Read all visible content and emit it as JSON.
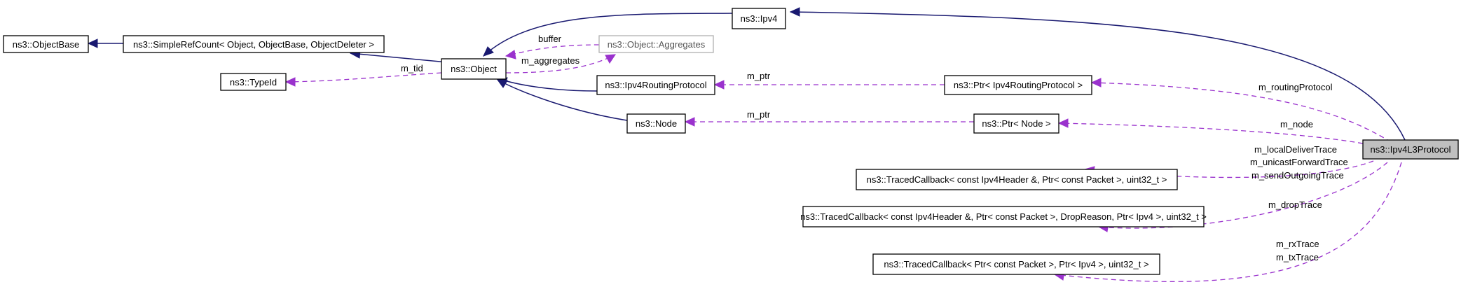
{
  "diagram": {
    "nodes": {
      "object_base": "ns3::ObjectBase",
      "simple_ref_count": "ns3::SimpleRefCount< Object, ObjectBase, ObjectDeleter >",
      "type_id": "ns3::TypeId",
      "object": "ns3::Object",
      "aggregates": "ns3::Object::Aggregates",
      "ipv4": "ns3::Ipv4",
      "ipv4_routing_protocol": "ns3::Ipv4RoutingProtocol",
      "node": "ns3::Node",
      "ptr_routing": "ns3::Ptr< Ipv4RoutingProtocol >",
      "ptr_node": "ns3::Ptr< Node >",
      "ipv4l3": "ns3::Ipv4L3Protocol",
      "traced_cb_1": "ns3::TracedCallback< const Ipv4Header &, Ptr< const Packet >, uint32_t >",
      "traced_cb_2": "ns3::TracedCallback< const Ipv4Header &, Ptr< const Packet >, DropReason, Ptr< Ipv4 >, uint32_t >",
      "traced_cb_3": "ns3::TracedCallback< Ptr< const Packet >, Ptr< Ipv4 >, uint32_t >"
    },
    "edge_labels": {
      "buffer": "buffer",
      "m_aggregates": "m_aggregates",
      "m_tid": "m_tid",
      "m_ptr_routing": "m_ptr",
      "m_ptr_node": "m_ptr",
      "m_routingProtocol": "m_routingProtocol",
      "m_node": "m_node",
      "m_localDeliverTrace": "m_localDeliverTrace",
      "m_unicastForwardTrace": "m_unicastForwardTrace",
      "m_sendOutgoingTrace": "m_sendOutgoingTrace",
      "m_dropTrace": "m_dropTrace",
      "m_rxTrace": "m_rxTrace",
      "m_txTrace": "m_txTrace"
    },
    "colors": {
      "inheritance": "#191970",
      "usage": "#9a32cd",
      "selected_fill": "#c0c0c0",
      "gray_border": "#b0b0b0"
    }
  }
}
